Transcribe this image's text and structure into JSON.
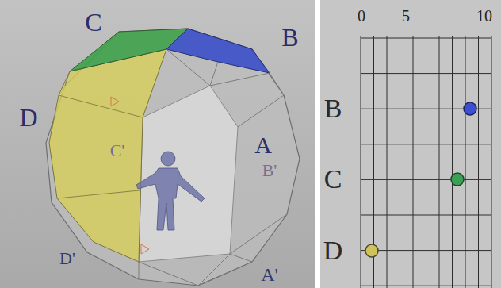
{
  "diagram": {
    "labels": [
      "C",
      "B",
      "D",
      "A",
      "C'",
      "B'",
      "D'",
      "A'",
      "0",
      "5",
      "10",
      "B",
      "C",
      "D"
    ]
  }
}
